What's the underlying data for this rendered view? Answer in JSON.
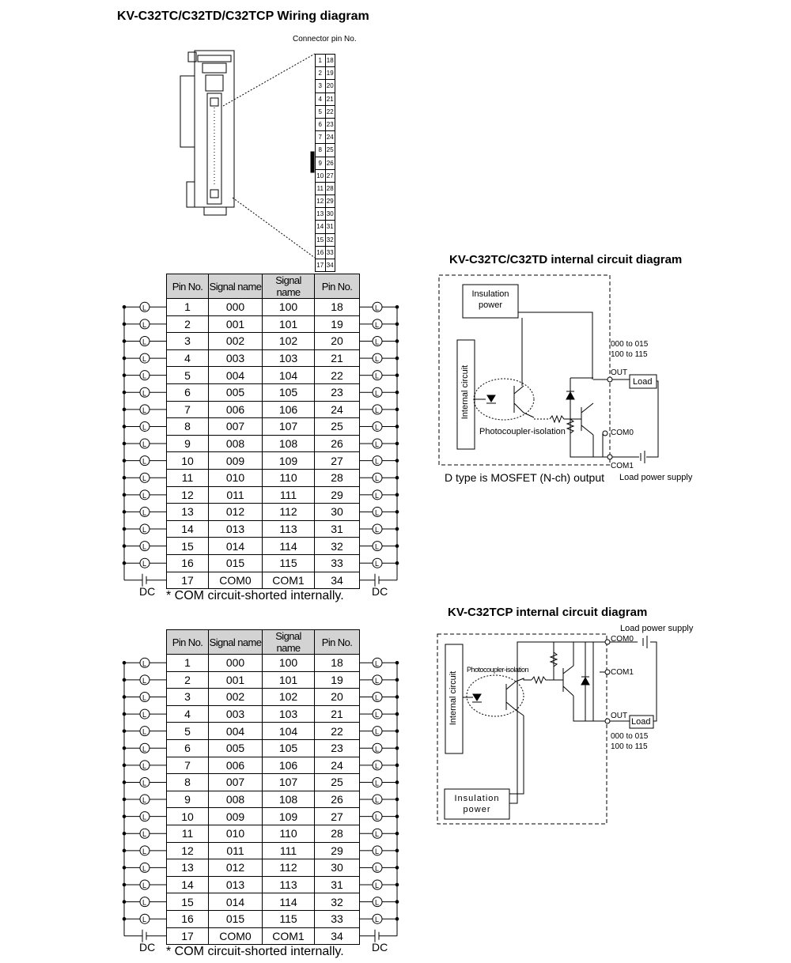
{
  "titles": {
    "wiring": "KV-C32TC/C32TD/C32TCP Wiring diagram",
    "internal_td": "KV-C32TC/C32TD internal circuit diagram",
    "internal_tcp": "KV-C32TCP internal circuit diagram"
  },
  "connector_label": "Connector pin No.",
  "connector_pins": [
    [
      "1",
      "18"
    ],
    [
      "2",
      "19"
    ],
    [
      "3",
      "20"
    ],
    [
      "4",
      "21"
    ],
    [
      "5",
      "22"
    ],
    [
      "6",
      "23"
    ],
    [
      "7",
      "24"
    ],
    [
      "8",
      "25"
    ],
    [
      "9",
      "26"
    ],
    [
      "10",
      "27"
    ],
    [
      "11",
      "28"
    ],
    [
      "12",
      "29"
    ],
    [
      "13",
      "30"
    ],
    [
      "14",
      "31"
    ],
    [
      "15",
      "32"
    ],
    [
      "16",
      "33"
    ],
    [
      "17",
      "34"
    ]
  ],
  "table_headers": [
    "Pin No.",
    "Signal name",
    "Signal name",
    "Pin No."
  ],
  "table_rows": [
    [
      "1",
      "000",
      "100",
      "18"
    ],
    [
      "2",
      "001",
      "101",
      "19"
    ],
    [
      "3",
      "002",
      "102",
      "20"
    ],
    [
      "4",
      "003",
      "103",
      "21"
    ],
    [
      "5",
      "004",
      "104",
      "22"
    ],
    [
      "6",
      "005",
      "105",
      "23"
    ],
    [
      "7",
      "006",
      "106",
      "24"
    ],
    [
      "8",
      "007",
      "107",
      "25"
    ],
    [
      "9",
      "008",
      "108",
      "26"
    ],
    [
      "10",
      "009",
      "109",
      "27"
    ],
    [
      "11",
      "010",
      "110",
      "28"
    ],
    [
      "12",
      "011",
      "111",
      "29"
    ],
    [
      "13",
      "012",
      "112",
      "30"
    ],
    [
      "14",
      "013",
      "113",
      "31"
    ],
    [
      "15",
      "014",
      "114",
      "32"
    ],
    [
      "16",
      "015",
      "115",
      "33"
    ],
    [
      "17",
      "COM0",
      "COM1",
      "34"
    ]
  ],
  "dc_label": "DC",
  "note": "* COM circuit-shorted internally.",
  "circuit_td": {
    "insulation_power": "Insulation power",
    "internal_circuit": "Internal circuit",
    "photocoupler": "Photocoupler-isolation",
    "range1": "000  to 015",
    "range2": "100  to 115",
    "out": "OUT",
    "load": "Load",
    "com0": "COM0",
    "com1": "COM1",
    "d_type_note": "D type is MOSFET (N-ch) output",
    "load_power": "Load power supply"
  },
  "circuit_tcp": {
    "load_power": "Load power supply",
    "com0": "COM0",
    "internal_circuit": "Internal circuit",
    "photocoupler": "Photocoupler-isolation",
    "com1": "COM1",
    "out": "OUT",
    "load": "Load",
    "range1": "000  to 015",
    "range2": "100  to 115",
    "insulation_power": "Insulation power"
  }
}
